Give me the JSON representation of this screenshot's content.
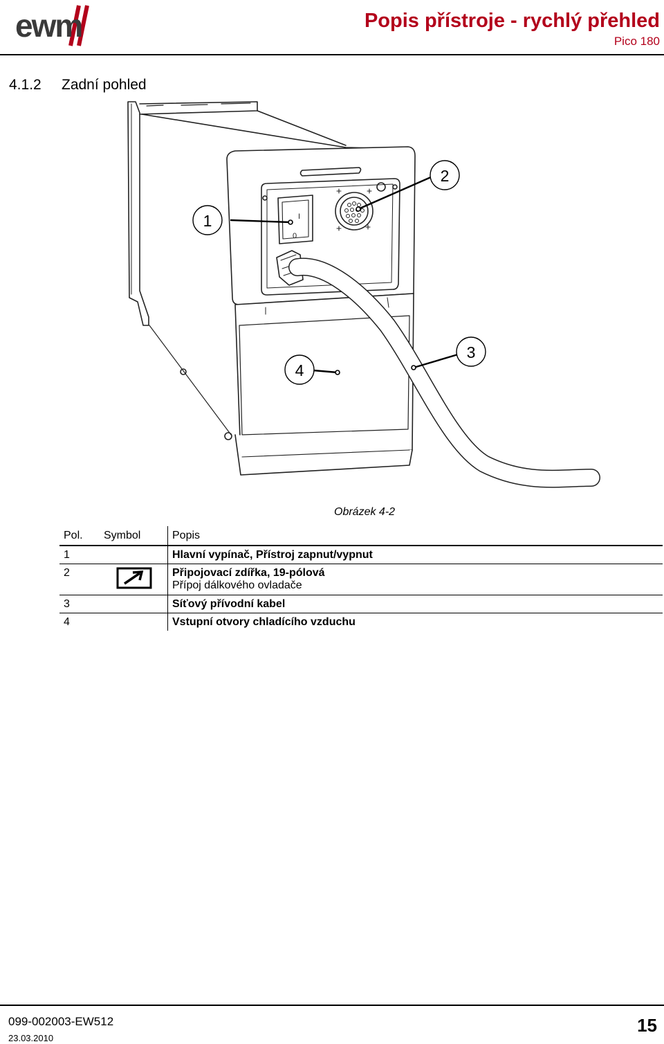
{
  "header": {
    "logo_text": "ewm",
    "title": "Popis přístroje - rychlý přehled",
    "subtitle": "Pico 180"
  },
  "section": {
    "number": "4.1.2",
    "title": "Zadní pohled"
  },
  "figure": {
    "callouts": [
      "1",
      "2",
      "3",
      "4"
    ],
    "switch_marks": [
      "I",
      "0"
    ],
    "caption": "Obrázek 4-2"
  },
  "legend": {
    "headers": [
      "Pol.",
      "Symbol",
      "Popis"
    ],
    "rows": [
      {
        "pos": "1",
        "symbol": "",
        "desc": "Hlavní vypínač, Přístroj zapnut/vypnut",
        "sub": ""
      },
      {
        "pos": "2",
        "symbol": "remote-control-socket-icon",
        "desc": "Připojovací zdířka, 19-pólová",
        "sub": "Přípoj dálkového ovladače"
      },
      {
        "pos": "3",
        "symbol": "",
        "desc": "Síťový přívodní kabel",
        "sub": ""
      },
      {
        "pos": "4",
        "symbol": "",
        "desc": "Vstupní otvory chladícího vzduchu",
        "sub": ""
      }
    ]
  },
  "footer": {
    "doc_number": "099-002003-EW512",
    "date": "23.03.2010",
    "page": "15"
  },
  "colors": {
    "brand_red": "#b3001b",
    "text": "#000000"
  }
}
